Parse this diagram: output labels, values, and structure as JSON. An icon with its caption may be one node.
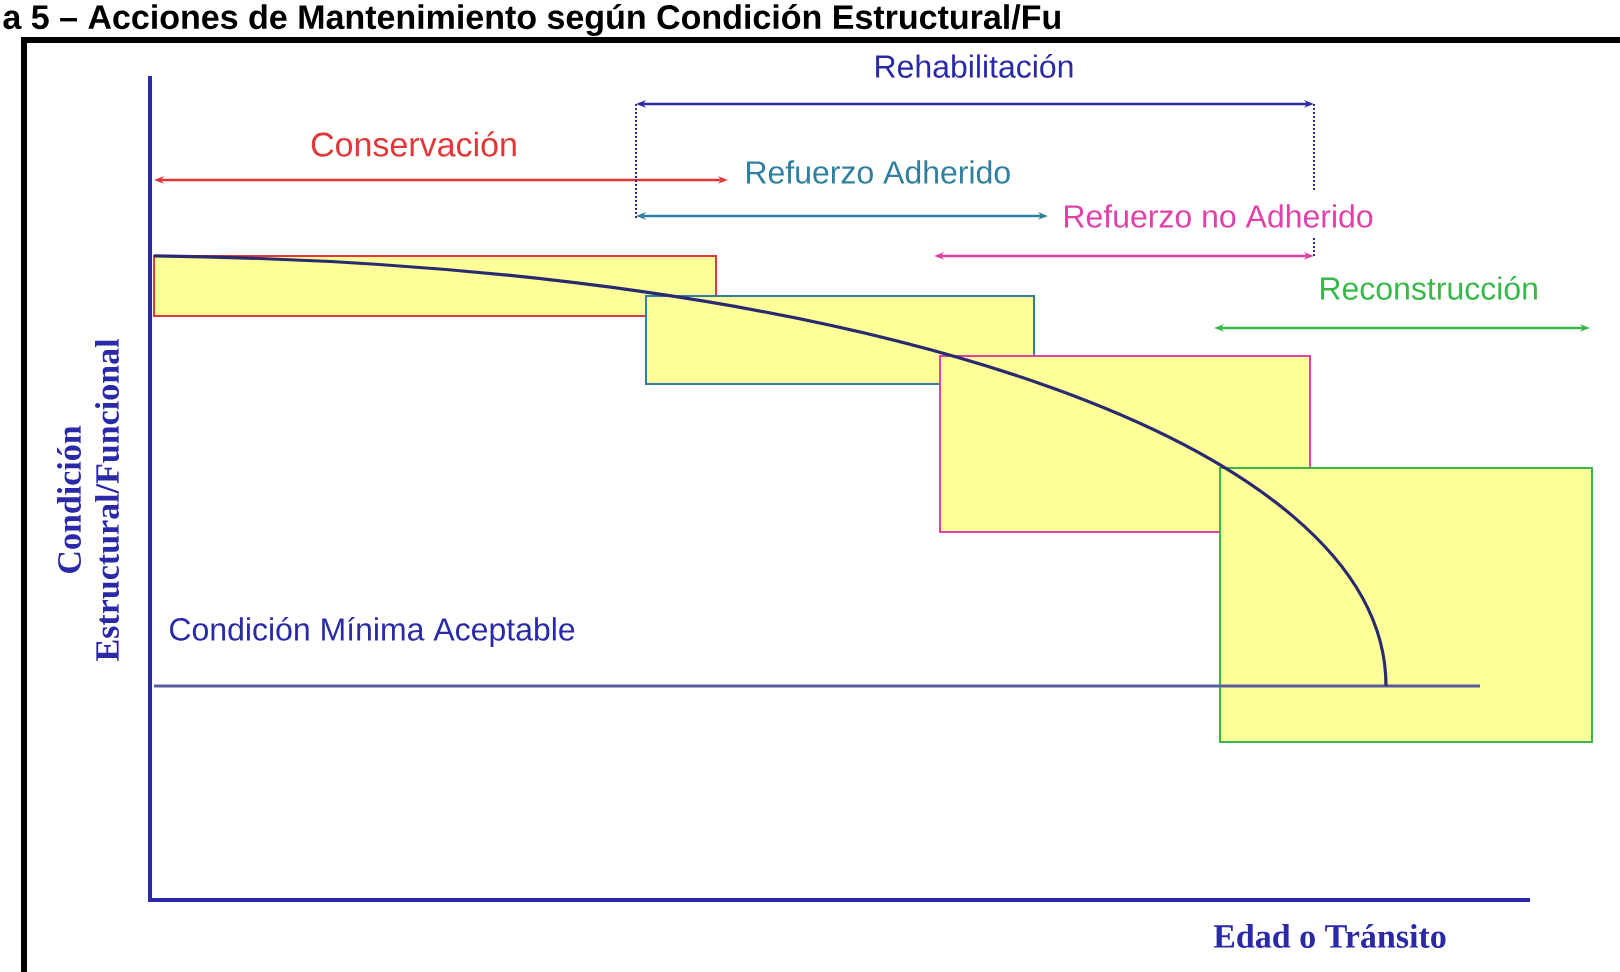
{
  "diagram": {
    "title": "a 5 – Acciones de Mantenimiento según Condición Estructural/Fu",
    "nodes": [
      {
        "text": [],
        "shape": "box"
      },
      {
        "text": [],
        "shape": "box"
      },
      {
        "text": [],
        "shape": "box"
      },
      {
        "text": [],
        "shape": "box"
      }
    ],
    "labels": [
      "Rehabilitación",
      "Conservación",
      "Refuerzo Adherido",
      "Refuerzo no Adherido",
      "Reconstrucción",
      "Condición Estructural/Funcional",
      "Condición Mínima Aceptable",
      "Edad o Tránsito"
    ]
  }
}
